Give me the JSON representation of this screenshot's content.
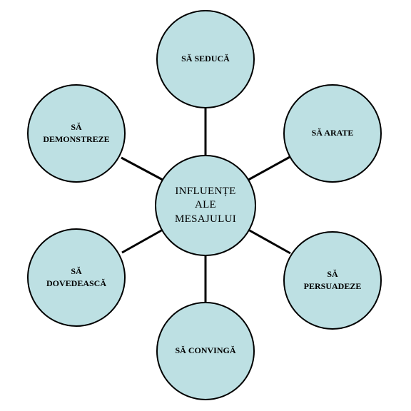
{
  "colors": {
    "node_fill": "#bde0e3",
    "outline": "#000000",
    "background": "#ffffff"
  },
  "diagram": {
    "center": {
      "line1": "INFLUENȚE",
      "line2": "ALE",
      "line3": "MESAJULUI"
    },
    "nodes": {
      "top": {
        "line1": "SĂ SEDUCĂ"
      },
      "upper_left": {
        "line1": "SĂ",
        "line2": "DEMONSTREZE"
      },
      "upper_right": {
        "line1": "SĂ ARATE"
      },
      "lower_left": {
        "line1": "SĂ",
        "line2": "DOVEDEASCĂ"
      },
      "lower_right": {
        "line1": "SĂ",
        "line2": "PERSUADEZE"
      },
      "bottom": {
        "line1": "SĂ CONVINGĂ"
      }
    }
  }
}
